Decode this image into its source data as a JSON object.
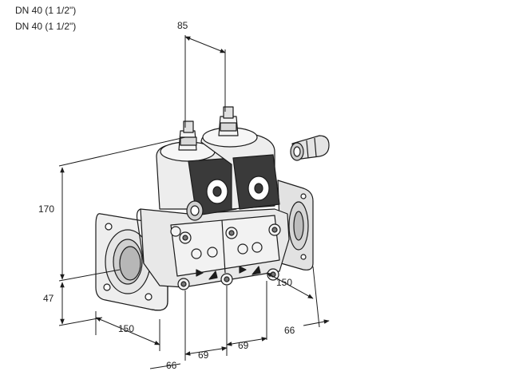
{
  "size_labels": [
    "DN 40 (1 1/2\")",
    "DN 40 (1 1/2\")"
  ],
  "dimensions": {
    "top_spacing": "85",
    "height": "170",
    "axis_height": "47",
    "flange_depth_left": "150",
    "flange_depth_right": "150",
    "offset_left": "66",
    "offset_right": "66",
    "module_1": "69",
    "module_2": "69"
  },
  "colors": {
    "line": "#1c1c1c",
    "body": "#ececec",
    "shadow": "#c8c8c8",
    "dark": "#3a3a3a"
  }
}
